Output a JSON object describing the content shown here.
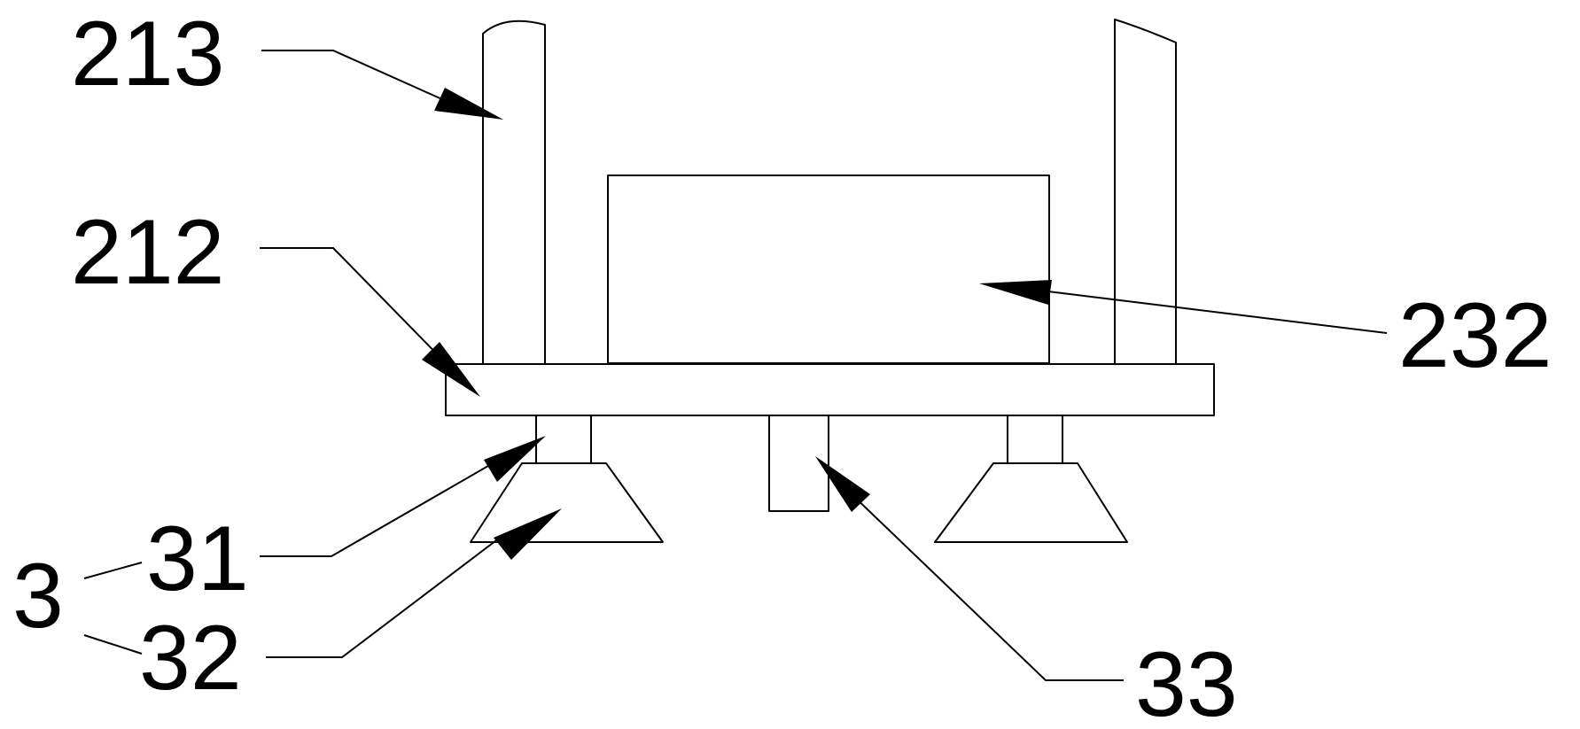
{
  "labels": {
    "l213": "213",
    "l212": "212",
    "l232": "232",
    "l31": "31",
    "l3": "3",
    "l32": "32",
    "l33": "33"
  },
  "colors": {
    "line": "#000000",
    "background": "#ffffff"
  }
}
